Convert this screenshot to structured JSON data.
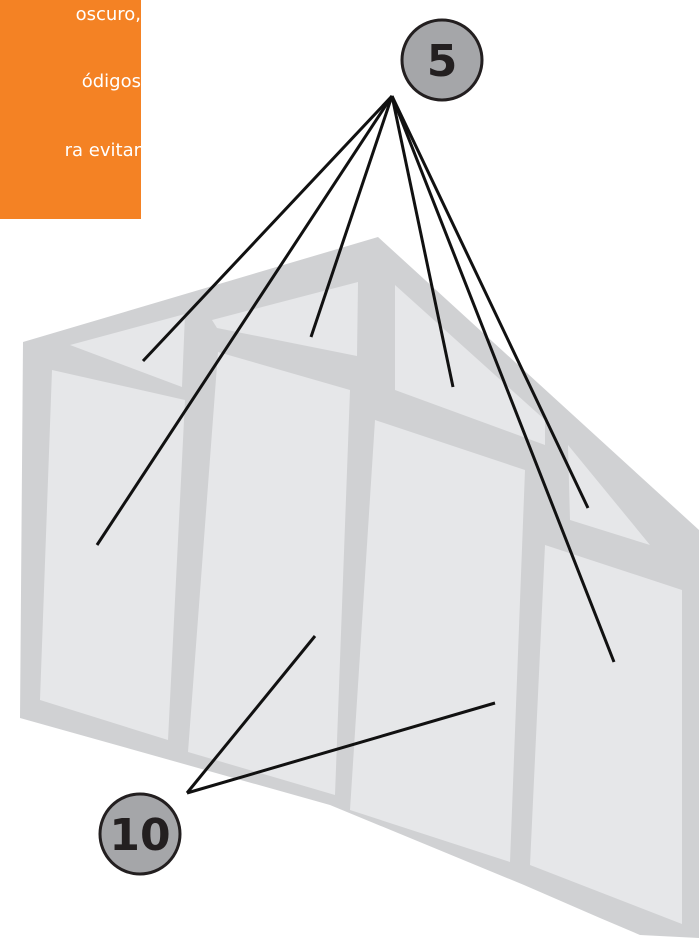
{
  "note": {
    "lines": [
      "oscuro,",
      "ódigos",
      "ra evitar"
    ],
    "background": "#F48224",
    "text_color": "#ffffff"
  },
  "callouts": {
    "top": {
      "label": "5"
    },
    "bottom": {
      "label": "10"
    }
  },
  "colors": {
    "frame": "#D0D1D3",
    "pane": "#E6E7E9",
    "line": "#111111",
    "badge_fill": "#A5A6A9",
    "badge_stroke": "#231F20"
  }
}
